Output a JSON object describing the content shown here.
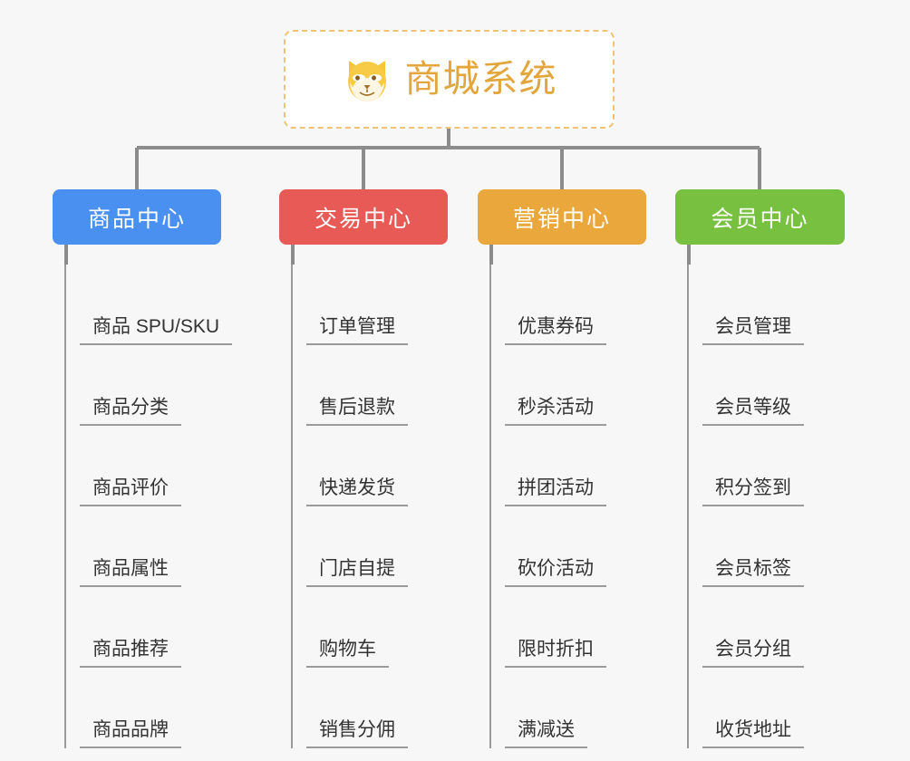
{
  "root": {
    "title": "商城系统",
    "icon": "shiba-dog-icon",
    "border_color": "#f0c275",
    "title_color": "#e3a63c"
  },
  "connector_color": "#8c8c8c",
  "categories": [
    {
      "label": "商品中心",
      "color": "#4a90f0",
      "items": [
        "商品 SPU/SKU",
        "商品分类",
        "商品评价",
        "商品属性",
        "商品推荐",
        "商品品牌"
      ]
    },
    {
      "label": "交易中心",
      "color": "#e75a56",
      "items": [
        "订单管理",
        "售后退款",
        "快递发货",
        "门店自提",
        "购物车",
        "销售分佣"
      ]
    },
    {
      "label": "营销中心",
      "color": "#eaa83c",
      "items": [
        "优惠券码",
        "秒杀活动",
        "拼团活动",
        "砍价活动",
        "限时折扣",
        "满减送"
      ]
    },
    {
      "label": "会员中心",
      "color": "#77c040",
      "items": [
        "会员管理",
        "会员等级",
        "积分签到",
        "会员标签",
        "会员分组",
        "收货地址"
      ]
    }
  ]
}
